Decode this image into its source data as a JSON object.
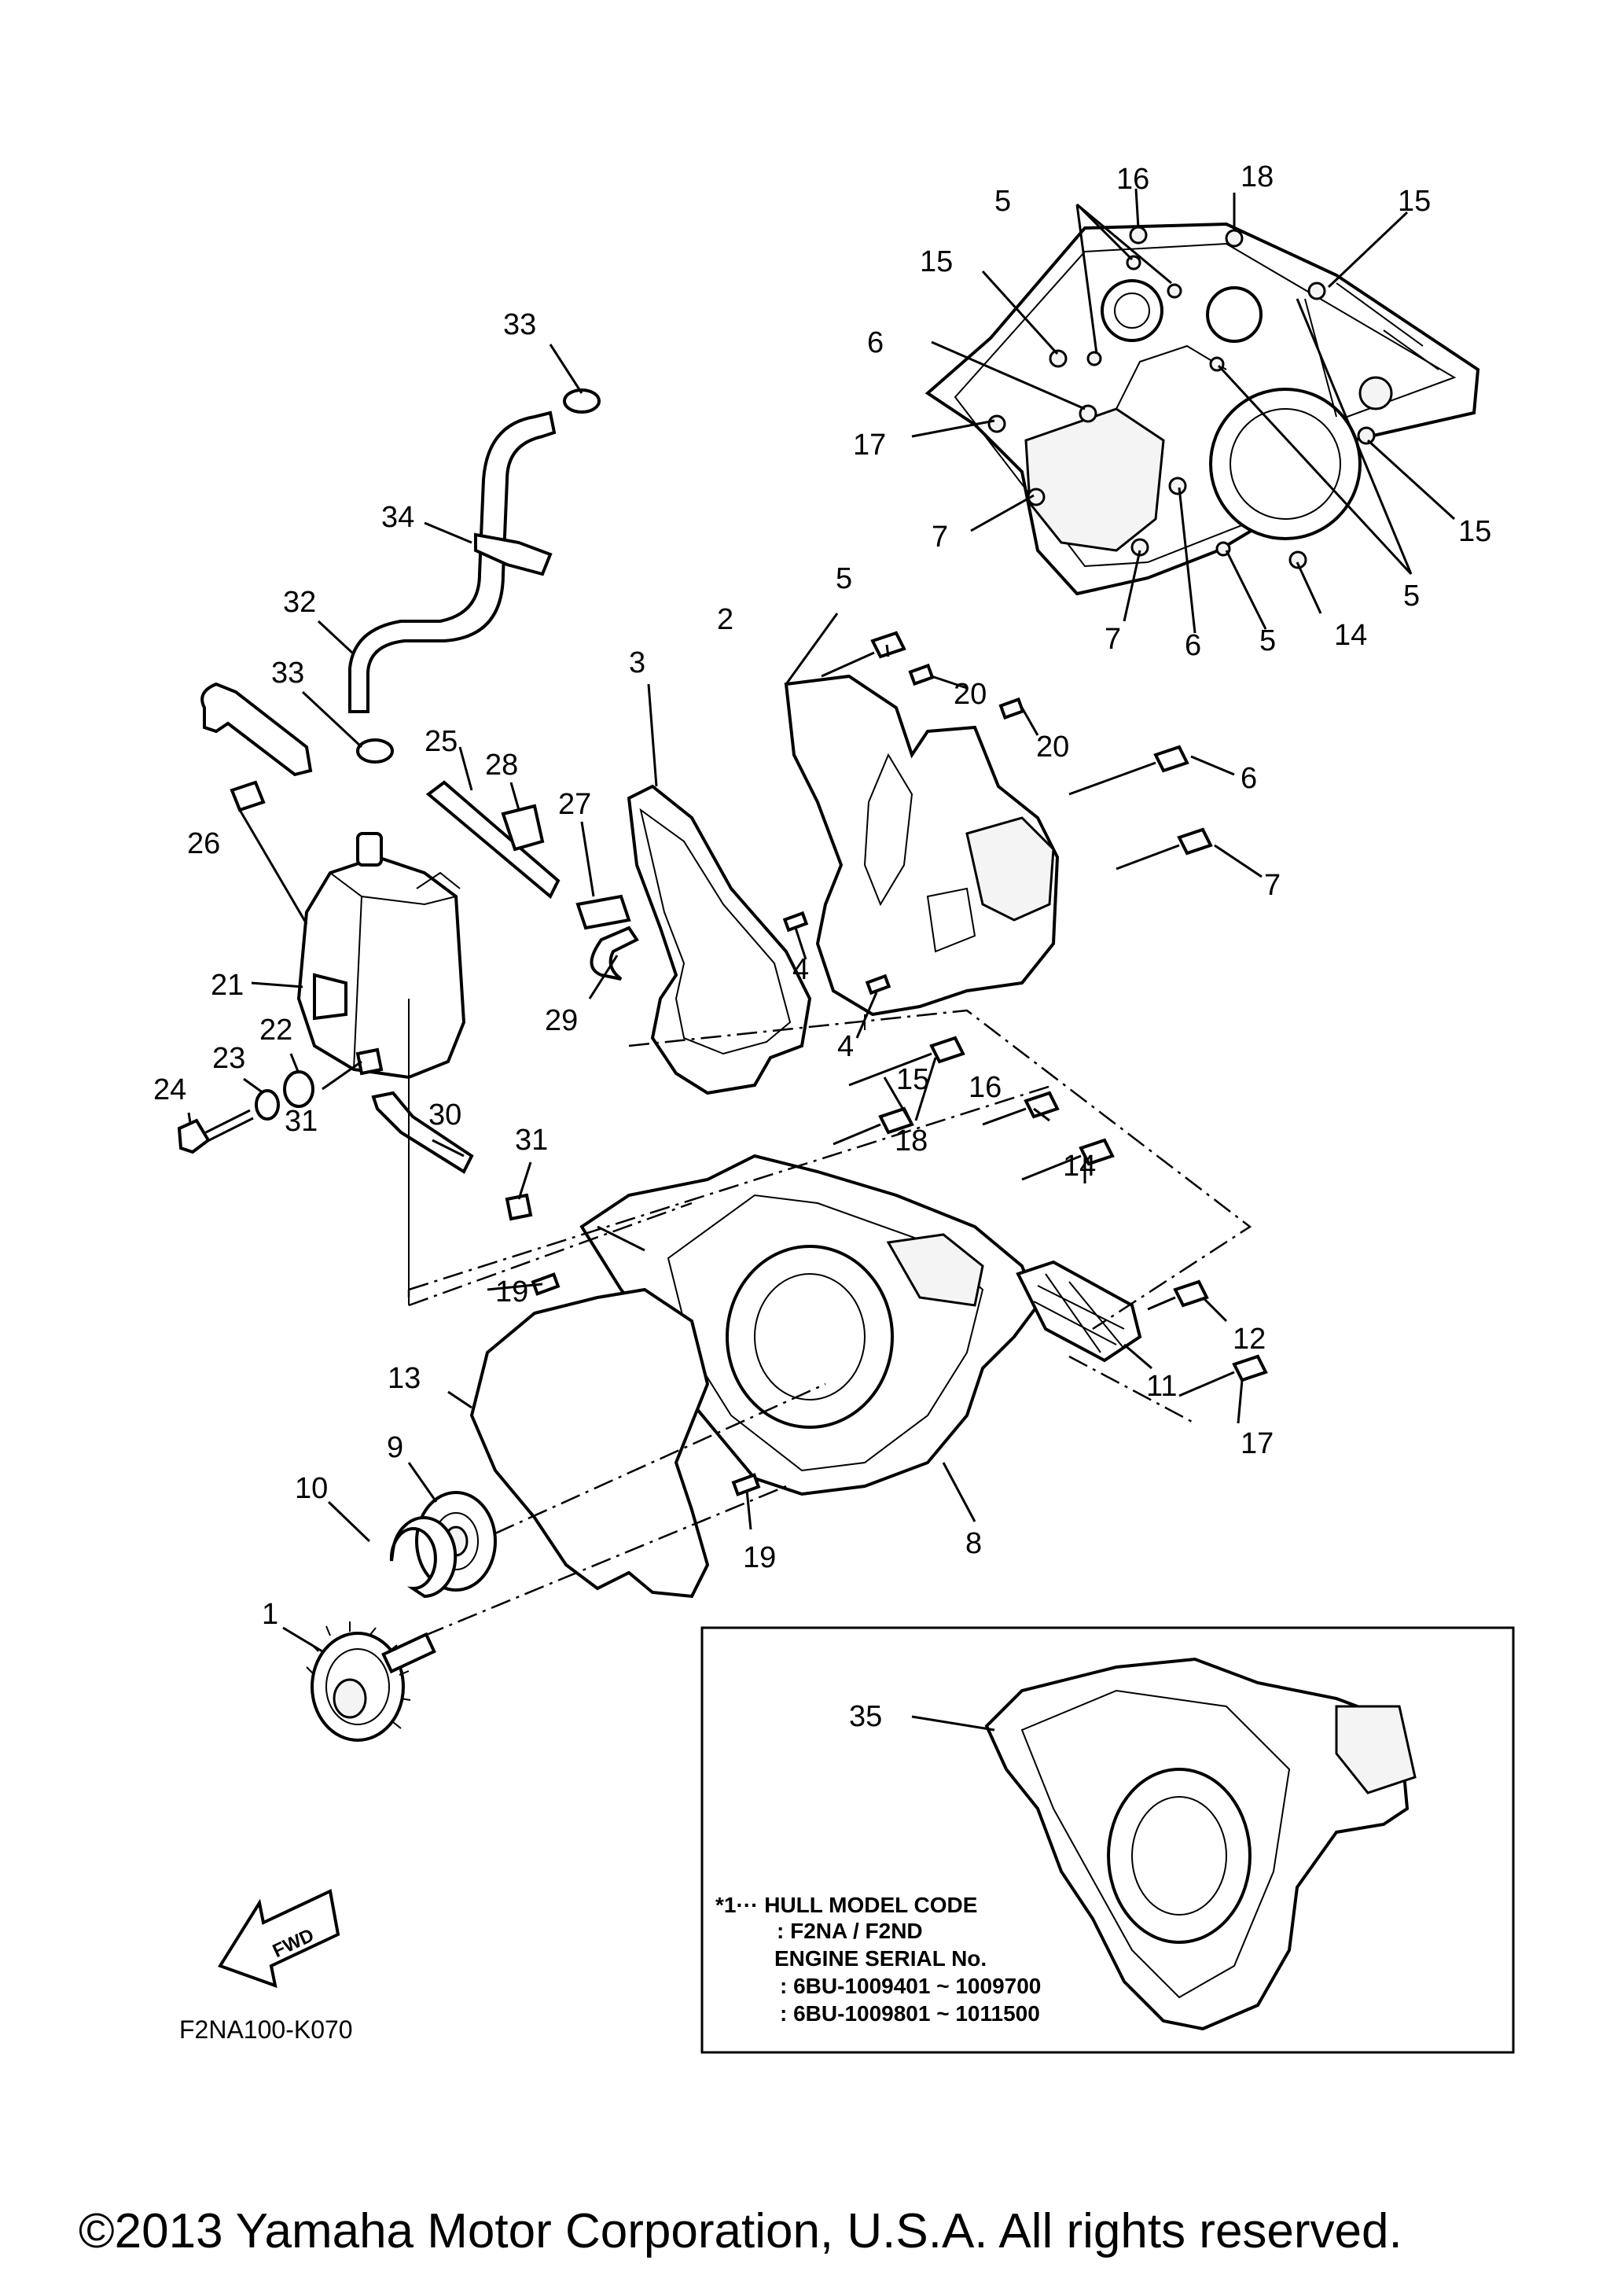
{
  "callouts": {
    "c1": "1",
    "c2": "2",
    "c3": "3",
    "c4a": "4",
    "c4b": "4",
    "c5a": "5",
    "c5b": "5",
    "c5c": "5",
    "c5d": "5",
    "c6a": "6",
    "c6b": "6",
    "c6c": "6",
    "c7a": "7",
    "c7b": "7",
    "c7c": "7",
    "c8": "8",
    "c9": "9",
    "c10": "10",
    "c11": "11",
    "c12": "12",
    "c13": "13",
    "c14a": "14",
    "c14b": "14",
    "c15a": "15",
    "c15b": "15",
    "c15c": "15",
    "c15d": "15",
    "c16a": "16",
    "c16b": "16",
    "c17a": "17",
    "c17b": "17",
    "c18a": "18",
    "c18b": "18",
    "c19a": "19",
    "c19b": "19",
    "c20a": "20",
    "c20b": "20",
    "c21": "21",
    "c22": "22",
    "c23": "23",
    "c24": "24",
    "c25": "25",
    "c26": "26",
    "c27": "27",
    "c28": "28",
    "c29": "29",
    "c30": "30",
    "c31a": "31",
    "c31b": "31",
    "c32": "32",
    "c33a": "33",
    "c33b": "33",
    "c34": "34",
    "c35": "35"
  },
  "fwd_label": "FWD",
  "diagram_code": "F2NA100-K070",
  "inset": {
    "line1": "*1··· HULL MODEL CODE",
    "line2": ": F2NA / F2ND",
    "line3": "ENGINE SERIAL No.",
    "line4": ": 6BU-1009401 ~ 1009700",
    "line5": ": 6BU-1009801 ~ 1011500"
  },
  "copyright": "©2013 Yamaha Motor Corporation, U.S.A. All rights reserved."
}
